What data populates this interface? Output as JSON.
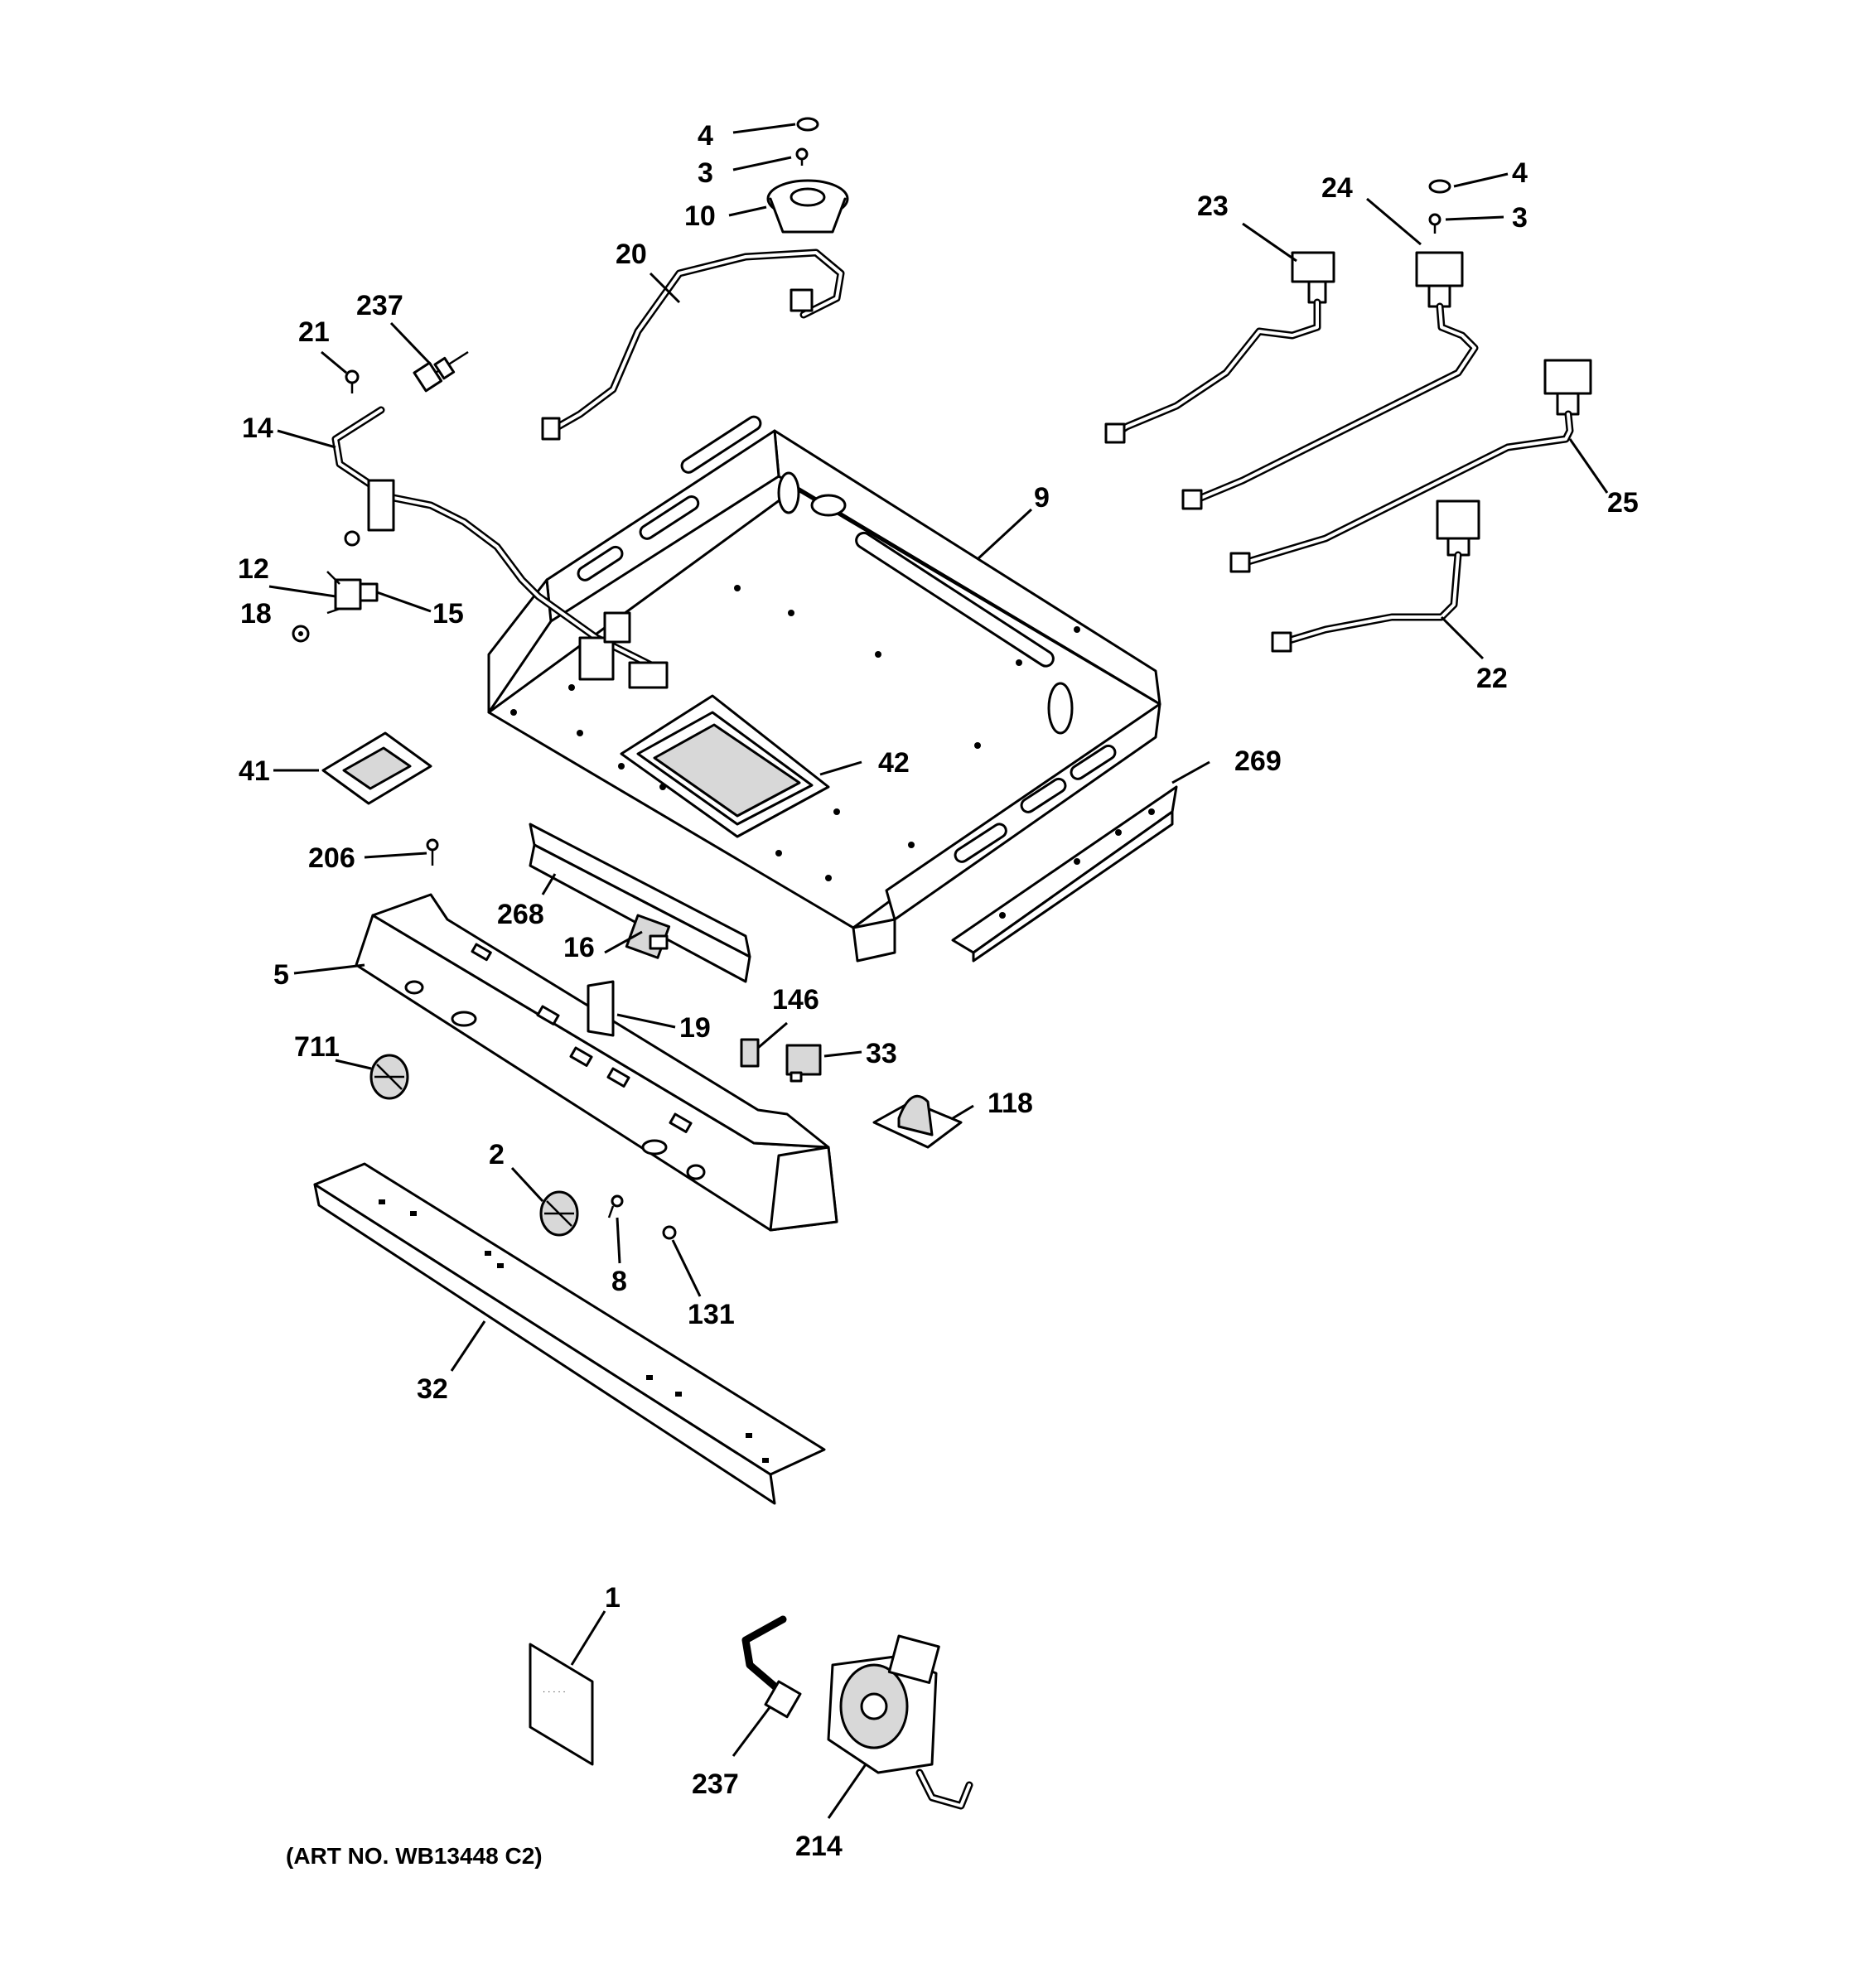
{
  "art_number": "(ART NO. WB13448 C2)",
  "callouts": {
    "c4a": "4",
    "c3a": "3",
    "c10": "10",
    "c20": "20",
    "c23": "23",
    "c24": "24",
    "c4b": "4",
    "c3b": "3",
    "c21": "21",
    "c237a": "237",
    "c14": "14",
    "c12": "12",
    "c18": "18",
    "c15": "15",
    "c9": "9",
    "c25": "25",
    "c22": "22",
    "c41": "41",
    "c42": "42",
    "c269": "269",
    "c206": "206",
    "c268": "268",
    "c5": "5",
    "c16": "16",
    "c19": "19",
    "c146": "146",
    "c33": "33",
    "c711": "711",
    "c118": "118",
    "c2": "2",
    "c8": "8",
    "c131": "131",
    "c32": "32",
    "c1": "1",
    "c237b": "237",
    "c214": "214"
  }
}
